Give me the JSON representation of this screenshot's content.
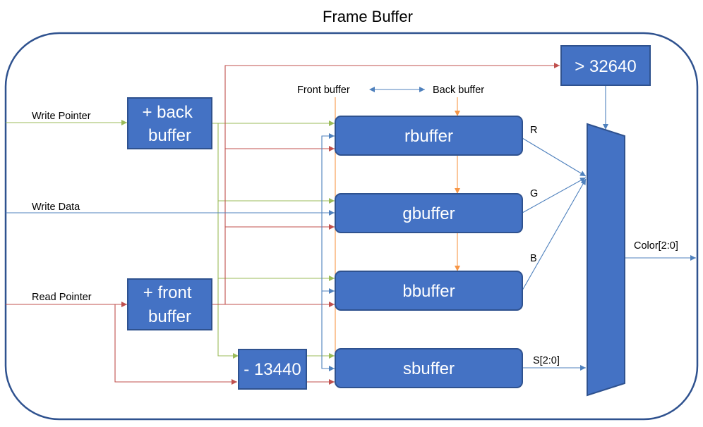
{
  "title": "Frame Buffer",
  "blocks": {
    "back_buffer": [
      "+ back",
      "buffer"
    ],
    "front_buffer": [
      "+ front",
      "buffer"
    ],
    "threshold": "> 32640",
    "offset": "- 13440",
    "rbuffer": "rbuffer",
    "gbuffer": "gbuffer",
    "bbuffer": "bbuffer",
    "sbuffer": "sbuffer"
  },
  "labels": {
    "write_pointer": "Write Pointer",
    "write_data": "Write Data",
    "read_pointer": "Read Pointer",
    "front_buffer": "Front buffer",
    "back_buffer": "Back buffer",
    "r": "R",
    "g": "G",
    "b": "B",
    "s": "S[2:0]",
    "color": "Color[2:0]"
  },
  "colors": {
    "block_fill": "#4472c4",
    "write_pointer_wire": "#9bbb59",
    "read_pointer_wire": "#c0504d",
    "data_wire": "#4f81bd",
    "select_wire": "#f79646",
    "outline": "#2f528f"
  }
}
